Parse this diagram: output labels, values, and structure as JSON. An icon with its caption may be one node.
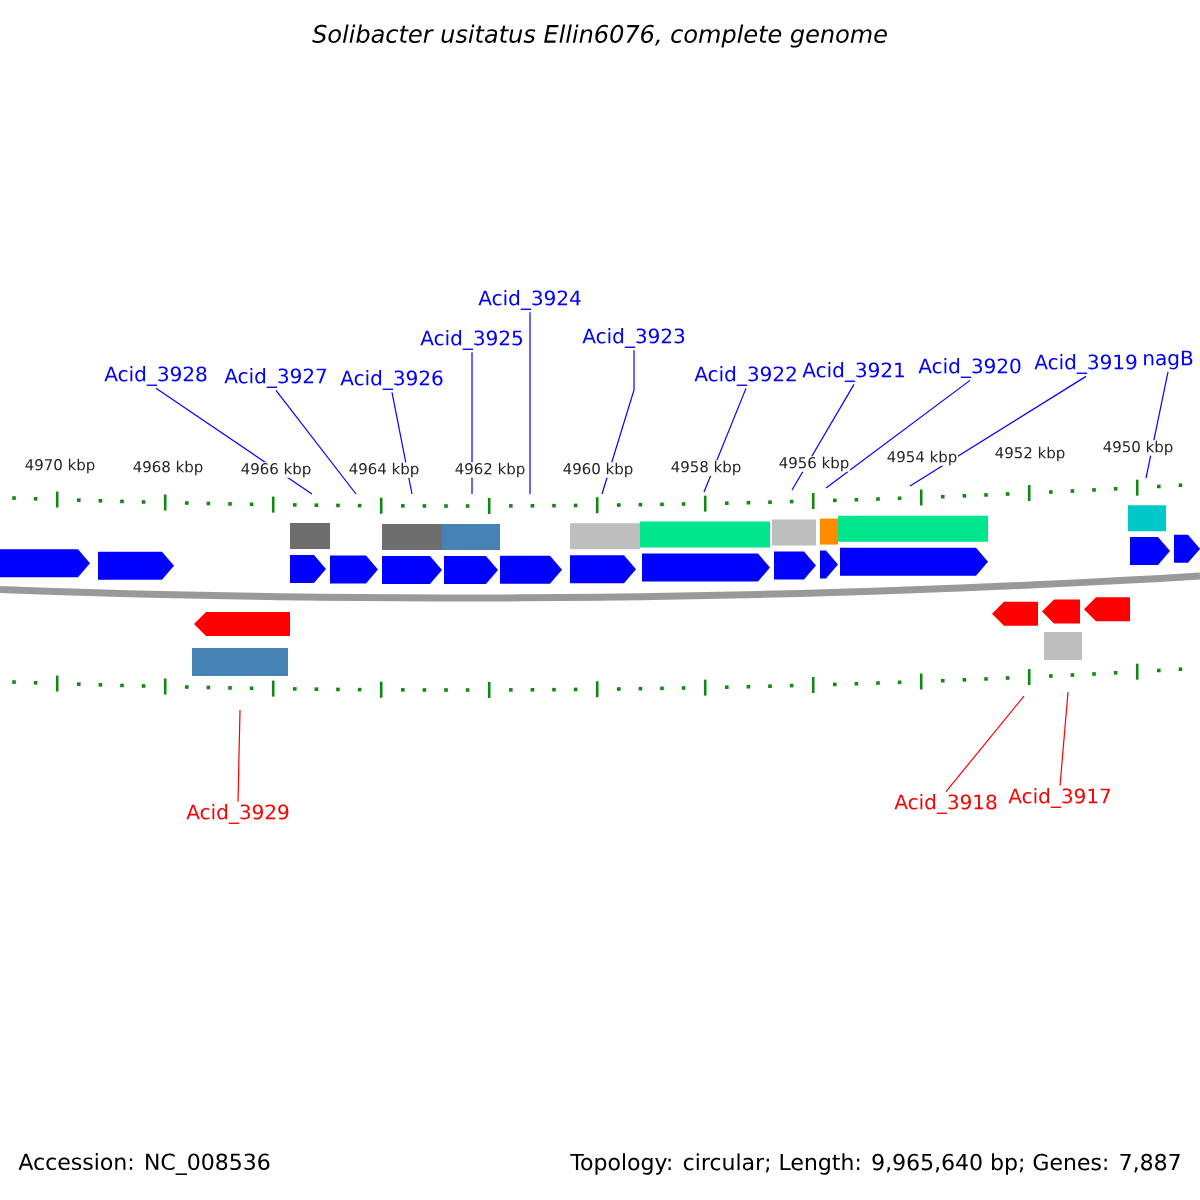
{
  "diagram": {
    "title": "Solibacter usitatus Ellin6076, complete genome",
    "nodes": [
      {
        "text": [
          "Acid_3928"
        ]
      },
      {
        "text": [
          "Acid_3927"
        ]
      },
      {
        "text": [
          "Acid_3926"
        ]
      },
      {
        "text": [
          "Acid_3925"
        ]
      },
      {
        "text": [
          "Acid_3924"
        ]
      },
      {
        "text": [
          "Acid_3923"
        ]
      },
      {
        "text": [
          "Acid_3922"
        ]
      },
      {
        "text": [
          "Acid_3921"
        ]
      },
      {
        "text": [
          "Acid_3920"
        ]
      },
      {
        "text": [
          "Acid_3919"
        ]
      },
      {
        "text": [
          "nagB"
        ]
      },
      {
        "text": [
          "Acid_3929"
        ]
      },
      {
        "text": [
          "Acid_3918"
        ]
      },
      {
        "text": [
          "Acid_3917"
        ]
      }
    ],
    "edges": [
      {
        "from": 0,
        "to": null,
        "arrow": "none"
      },
      {
        "from": 1,
        "to": null,
        "arrow": "none"
      },
      {
        "from": 2,
        "to": null,
        "arrow": "none"
      },
      {
        "from": 3,
        "to": null,
        "arrow": "none"
      },
      {
        "from": 4,
        "to": null,
        "arrow": "none"
      },
      {
        "from": 5,
        "to": null,
        "arrow": "none"
      },
      {
        "from": 6,
        "to": null,
        "arrow": "none"
      },
      {
        "from": 7,
        "to": null,
        "arrow": "none"
      },
      {
        "from": 8,
        "to": null,
        "arrow": "none"
      },
      {
        "from": 9,
        "to": null,
        "arrow": "none"
      },
      {
        "from": 10,
        "to": null,
        "arrow": "none"
      },
      {
        "from": 11,
        "to": null,
        "arrow": "none",
        "color": "#ff0000"
      },
      {
        "from": 12,
        "to": null,
        "arrow": "none",
        "color": "#ff0000"
      },
      {
        "from": 13,
        "to": null,
        "arrow": "none",
        "color": "#ff0000"
      }
    ],
    "labels": [
      "4970 kbp",
      "4968 kbp",
      "4966 kbp",
      "4964 kbp",
      "4962 kbp",
      "4960 kbp",
      "4958 kbp",
      "4956 kbp",
      "4954 kbp",
      "4952 kbp",
      "4950 kbp",
      "Accession: NC_008536",
      "Topology: circular; Length: 9,965,640 bp; Genes: 7,887"
    ]
  }
}
